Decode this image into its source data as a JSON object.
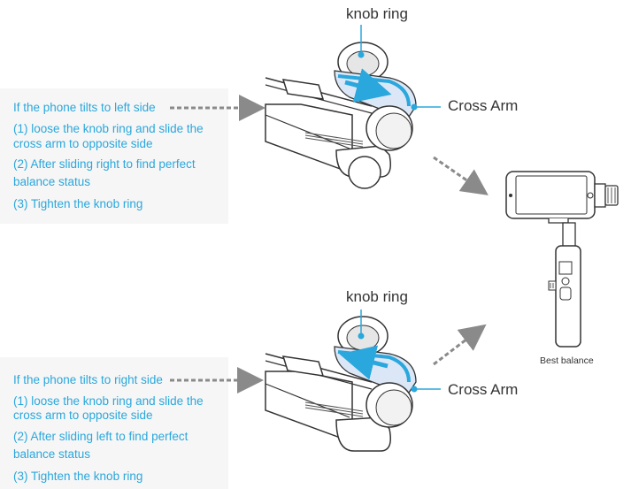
{
  "top": {
    "callout_knob": "knob ring",
    "callout_arm": "Cross Arm",
    "heading": "If the phone tilts to left side",
    "steps": [
      "(1) loose the knob ring and slide the",
      "cross arm to opposite side",
      "(2) After sliding  right to find perfect",
      " balance status",
      "(3) Tighten the  knob ring"
    ]
  },
  "bottom": {
    "callout_knob": "knob ring",
    "callout_arm": "Cross Arm",
    "heading": "If the phone tilts to right side",
    "steps": [
      "(1) loose the knob ring and slide the",
      "cross arm to opposite side",
      "(2) After sliding  left  to find perfect",
      " balance status",
      "(3) Tighten the  knob ring"
    ]
  },
  "result": {
    "caption": "Best balance"
  },
  "colors": {
    "accent": "#2aa7dc",
    "arrow_gray": "#8a8a8a",
    "panel_bg": "#f6f6f6"
  }
}
